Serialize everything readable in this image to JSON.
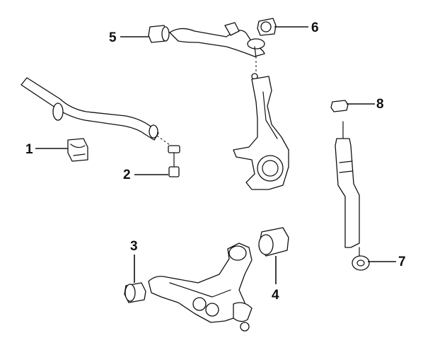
{
  "callouts": [
    {
      "id": "1",
      "label": "1",
      "part": "stabilizer-bar-bushing"
    },
    {
      "id": "2",
      "label": "2",
      "part": "stabilizer-link"
    },
    {
      "id": "3",
      "label": "3",
      "part": "lower-arm-front-bushing"
    },
    {
      "id": "4",
      "label": "4",
      "part": "lower-arm-rear-bushing"
    },
    {
      "id": "5",
      "label": "5",
      "part": "upper-arm-front-bushing"
    },
    {
      "id": "6",
      "label": "6",
      "part": "upper-arm-rear-bushing"
    },
    {
      "id": "7",
      "label": "7",
      "part": "shock-absorber-lower-bushing"
    },
    {
      "id": "8",
      "label": "8",
      "part": "shock-absorber-upper-bushing"
    }
  ],
  "colors": {
    "line": "#111111",
    "background": "#ffffff",
    "shade": "#d9d9d9"
  }
}
